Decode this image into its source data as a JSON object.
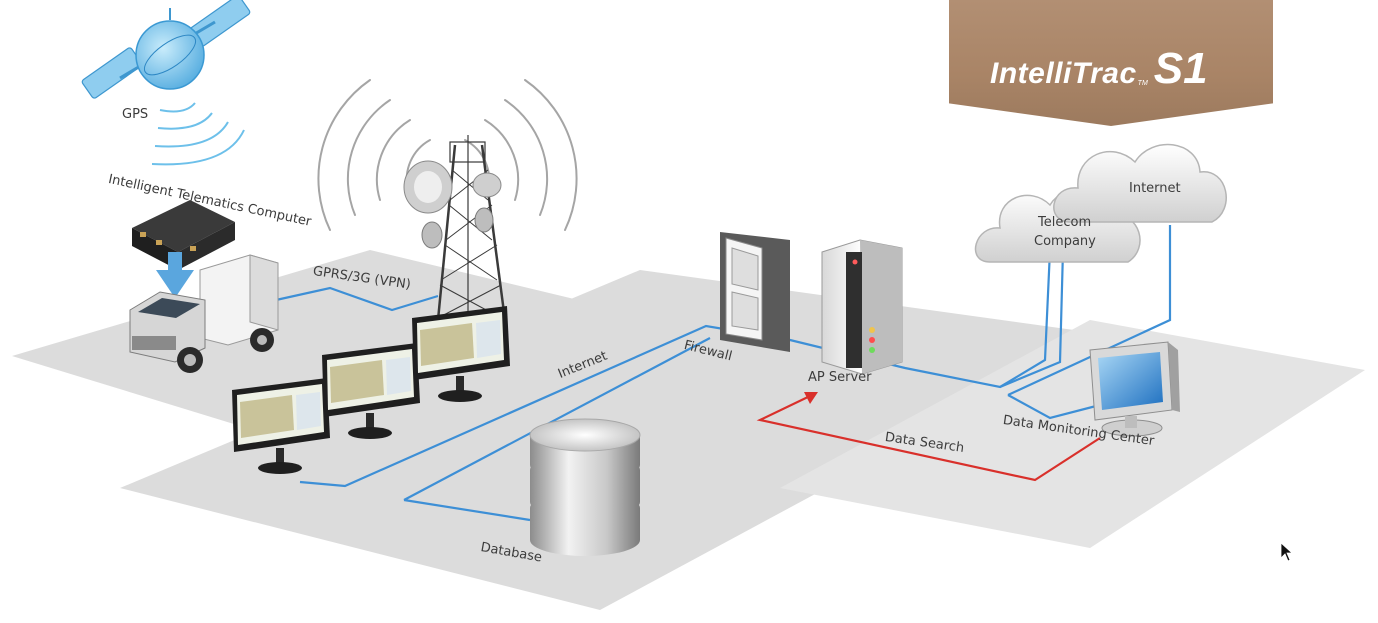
{
  "brand": {
    "name": "IntelliTrac",
    "tm": "TM",
    "model": "S1"
  },
  "labels": {
    "gps": "GPS",
    "telematics": "Intelligent Telematics Computer",
    "gprs": "GPRS/3G (VPN)",
    "internet_line": "Internet",
    "firewall": "Firewall",
    "ap_server": "AP Server",
    "database": "Database",
    "data_search": "Data Search",
    "data_monitoring": "Data Monitoring Center",
    "telecom_line1": "Telecom",
    "telecom_line2": "Company",
    "internet_cloud": "Internet"
  },
  "colors": {
    "floor": "#dcdcdc",
    "floor_light": "#e4e4e4",
    "link_blue": "#3d8fd6",
    "data_search_red": "#d9302b",
    "banner": "#a98466",
    "signal_grey": "#a5a5a5",
    "gps_blue": "#6dc0ea"
  }
}
